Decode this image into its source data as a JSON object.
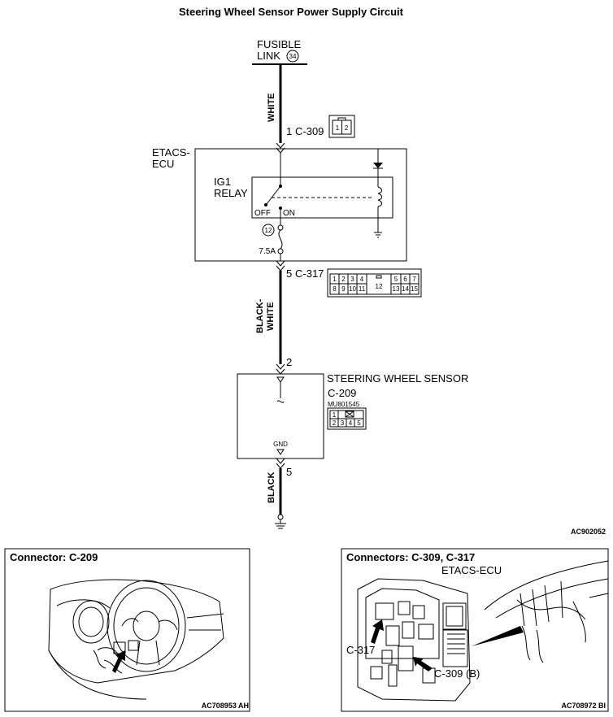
{
  "title": "Steering Wheel Sensor Power Supply Circuit",
  "fusible_link": {
    "line1": "FUSIBLE",
    "line2": "LINK",
    "number": "34"
  },
  "wires": {
    "top": "WHITE",
    "middle_line1": "BLACK-",
    "middle_line2": "WHITE",
    "bottom": "BLACK"
  },
  "connectors": {
    "c309": {
      "pin": "1",
      "name": "C-309",
      "cells": [
        "1",
        "2"
      ]
    },
    "c317": {
      "pin": "5",
      "name": "C-317",
      "top_row": [
        "1",
        "2",
        "3",
        "4",
        "",
        "5",
        "6",
        "7"
      ],
      "bottom_row": [
        "8",
        "9",
        "10",
        "11",
        "12",
        "13",
        "14",
        "15"
      ]
    },
    "sensor_pin_top": "2",
    "sensor_pin_bottom": "5",
    "c209": {
      "name": "C-209",
      "part_number": "MU801545",
      "top_row": [
        "1",
        ""
      ],
      "bottom_row": [
        "2",
        "3",
        "4",
        "5"
      ]
    }
  },
  "etacs": {
    "line1": "ETACS-",
    "line2": "ECU",
    "relay_line1": "IG1",
    "relay_line2": "RELAY",
    "off": "OFF",
    "on": "ON",
    "fuse_number": "12",
    "fuse_rating": "7.5A"
  },
  "sensor": {
    "name": "STEERING WHEEL SENSOR",
    "gnd": "GND"
  },
  "ref_main": "AC902052",
  "panel_left": {
    "title": "Connector: C-209",
    "ref": "AC708953 AH"
  },
  "panel_right": {
    "title": "Connectors: C-309, C-317",
    "unit": "ETACS-ECU",
    "label_c317": "C-317",
    "label_c309": "C-309 (B)",
    "ref": "AC708972 BI"
  }
}
